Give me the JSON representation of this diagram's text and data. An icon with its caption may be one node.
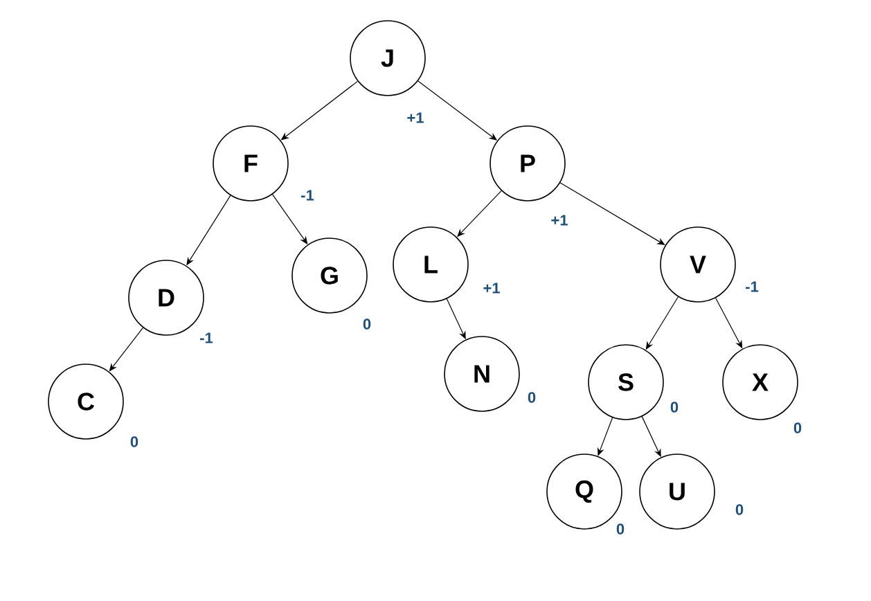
{
  "diagram": {
    "nodes": [
      {
        "text": [
          "J"
        ],
        "beside": [
          "+1"
        ]
      },
      {
        "text": [
          "F"
        ],
        "beside": [
          "-1"
        ]
      },
      {
        "text": [
          "P"
        ],
        "beside": [
          "+1"
        ]
      },
      {
        "text": [
          "D"
        ],
        "beside": [
          "-1"
        ]
      },
      {
        "text": [
          "G"
        ],
        "beside": [
          "0"
        ]
      },
      {
        "text": [
          "L"
        ],
        "beside": [
          "+1"
        ]
      },
      {
        "text": [
          "V"
        ],
        "beside": [
          "-1"
        ]
      },
      {
        "text": [
          "C"
        ],
        "beside": [
          "0"
        ]
      },
      {
        "text": [
          "N"
        ],
        "beside": [
          "0"
        ]
      },
      {
        "text": [
          "S"
        ],
        "beside": [
          "0"
        ]
      },
      {
        "text": [
          "X"
        ],
        "beside": [
          "0"
        ]
      },
      {
        "text": [
          "Q"
        ],
        "beside": [
          "0"
        ]
      },
      {
        "text": [
          "U"
        ],
        "beside": [
          "0"
        ]
      }
    ],
    "edges": [
      {
        "from": 0,
        "to": 1,
        "arrow": "to"
      },
      {
        "from": 0,
        "to": 2,
        "arrow": "to"
      },
      {
        "from": 1,
        "to": 3,
        "arrow": "to"
      },
      {
        "from": 1,
        "to": 4,
        "arrow": "to"
      },
      {
        "from": 2,
        "to": 5,
        "arrow": "to"
      },
      {
        "from": 2,
        "to": 6,
        "arrow": "to"
      },
      {
        "from": 3,
        "to": 7,
        "arrow": "to"
      },
      {
        "from": 5,
        "to": 8,
        "arrow": "to"
      },
      {
        "from": 6,
        "to": 9,
        "arrow": "to"
      },
      {
        "from": 6,
        "to": 10,
        "arrow": "to"
      },
      {
        "from": 9,
        "to": 11,
        "arrow": "to"
      },
      {
        "from": 9,
        "to": 12,
        "arrow": "to"
      }
    ]
  }
}
